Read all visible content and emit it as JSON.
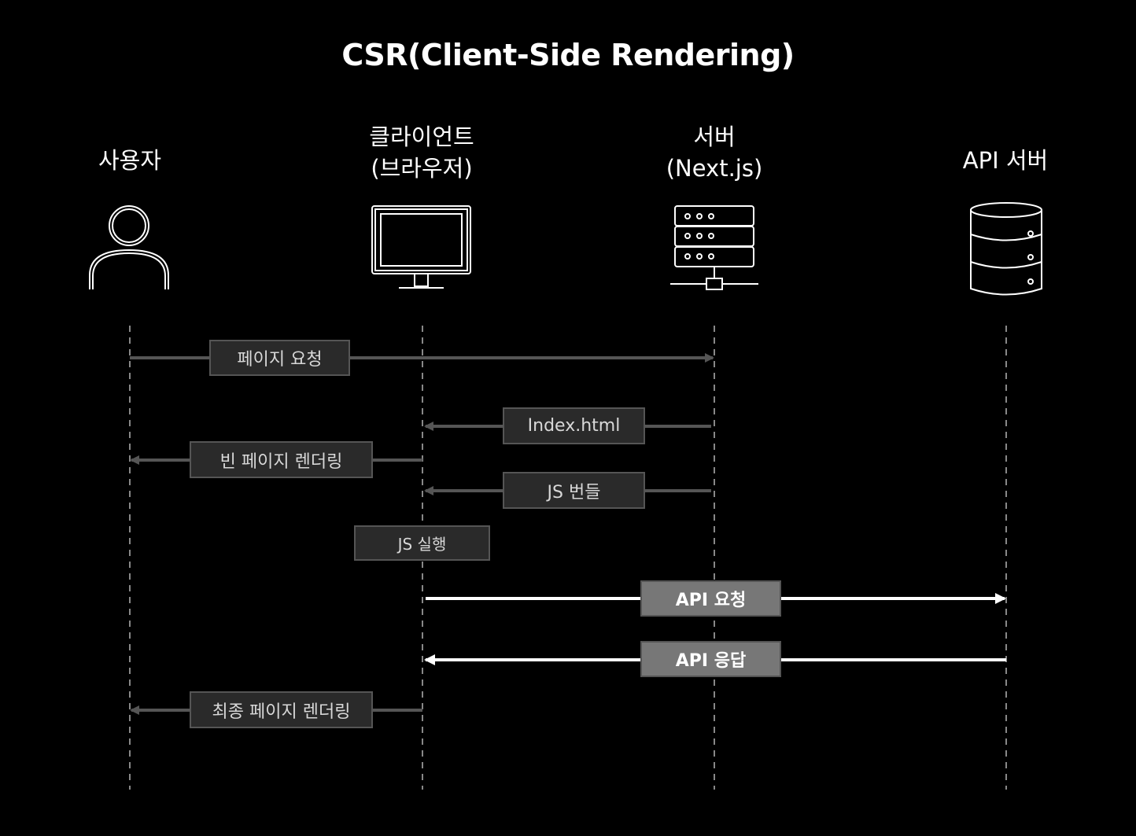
{
  "title": "CSR(Client-Side Rendering)",
  "actors": {
    "user": {
      "line1": "사용자",
      "icon": "user-icon"
    },
    "client": {
      "line1": "클라이언트",
      "line2": "(브라우저)",
      "icon": "monitor-icon"
    },
    "server": {
      "line1": "서버",
      "line2": "(Next.js)",
      "icon": "server-rack-icon"
    },
    "api": {
      "line1": "API 서버",
      "icon": "database-icon"
    }
  },
  "messages": {
    "page_request": "페이지 요청",
    "index_html": "Index.html",
    "blank_render": "빈 페이지 렌더링",
    "js_bundle": "JS 번들",
    "js_exec": "JS 실행",
    "api_request": "API 요청",
    "api_response": "API 응답",
    "final_render": "최종 페이지 렌더링"
  },
  "colors": {
    "background": "#000000",
    "arrow_gray": "#555555",
    "arrow_white": "#ffffff",
    "label_bg": "#2a2a2a",
    "api_label_bg": "#777777"
  }
}
